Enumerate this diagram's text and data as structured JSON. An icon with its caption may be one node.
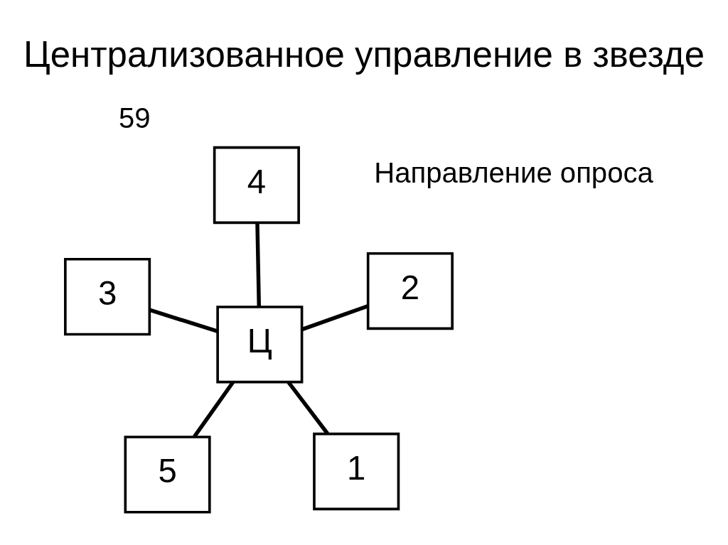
{
  "diagram": {
    "title": "Централизованное управление в звезде",
    "nodes": [
      {
        "text": [
          "5"
        ]
      },
      {
        "text": [
          "1"
        ]
      },
      {
        "text": [
          "Ц"
        ]
      },
      {
        "text": [
          "4"
        ]
      },
      {
        "text": [
          "2"
        ]
      },
      {
        "text": [
          "3"
        ]
      }
    ],
    "edges": [
      {
        "from": 2,
        "to": 0,
        "arrow": "none"
      },
      {
        "from": 2,
        "to": 1,
        "arrow": "none"
      },
      {
        "from": 2,
        "to": 3,
        "arrow": "none"
      },
      {
        "from": 2,
        "to": 4,
        "arrow": "none"
      },
      {
        "from": 2,
        "to": 5,
        "arrow": "none"
      }
    ],
    "labels": [
      "Направление опроса",
      "59"
    ]
  }
}
